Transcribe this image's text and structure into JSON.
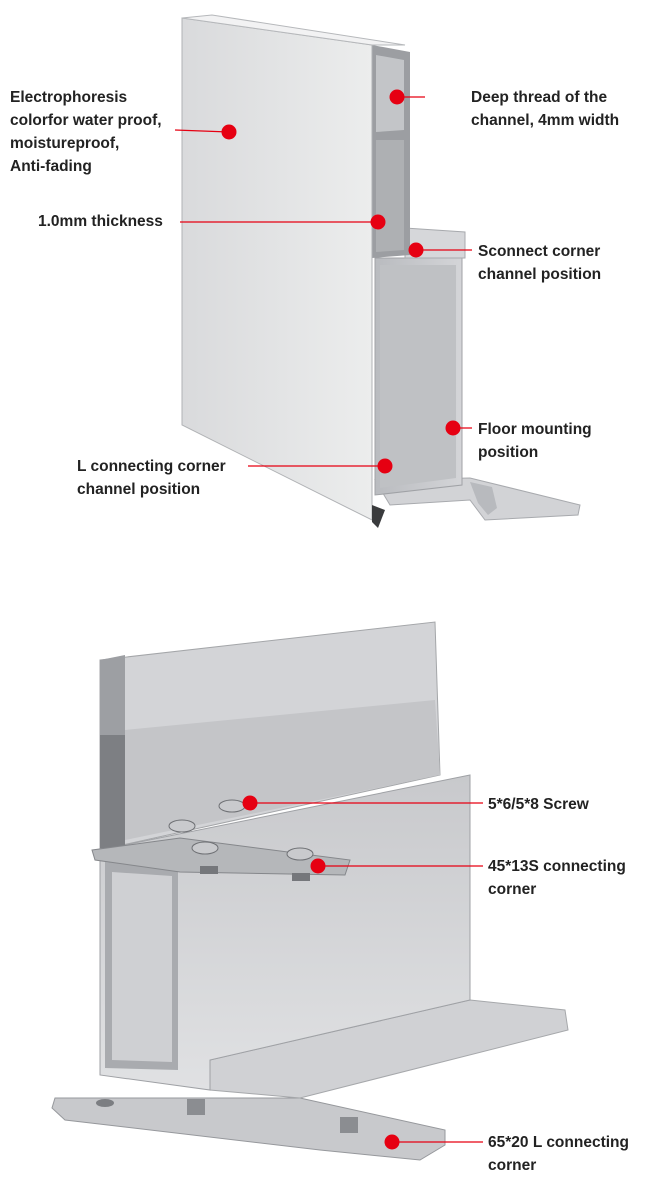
{
  "colors": {
    "marker": "#e60012",
    "leader": "#e60012",
    "metal_light": "#e4e5e7",
    "metal_mid": "#c7c9cc",
    "metal_dark": "#8d9095"
  },
  "top_figure": {
    "callouts": [
      {
        "id": "electrophoresis",
        "text": "Electrophoresis\ncolorfor water proof,\nmoistureproof,\nAnti-fading"
      },
      {
        "id": "thickness",
        "text": "1.0mm thickness"
      },
      {
        "id": "deep-thread",
        "text": "Deep thread of the\nchannel, 4mm width"
      },
      {
        "id": "sconnect",
        "text": "Sconnect corner\nchannel position"
      },
      {
        "id": "floor",
        "text": "Floor mounting\nposition"
      },
      {
        "id": "l-connecting",
        "text": "L connecting corner\nchannel position"
      }
    ]
  },
  "bottom_figure": {
    "callouts": [
      {
        "id": "screw",
        "text": "5*6/5*8 Screw"
      },
      {
        "id": "s-corner",
        "text": "45*13S connecting\ncorner"
      },
      {
        "id": "l-corner",
        "text": "65*20 L connecting\ncorner"
      }
    ]
  }
}
